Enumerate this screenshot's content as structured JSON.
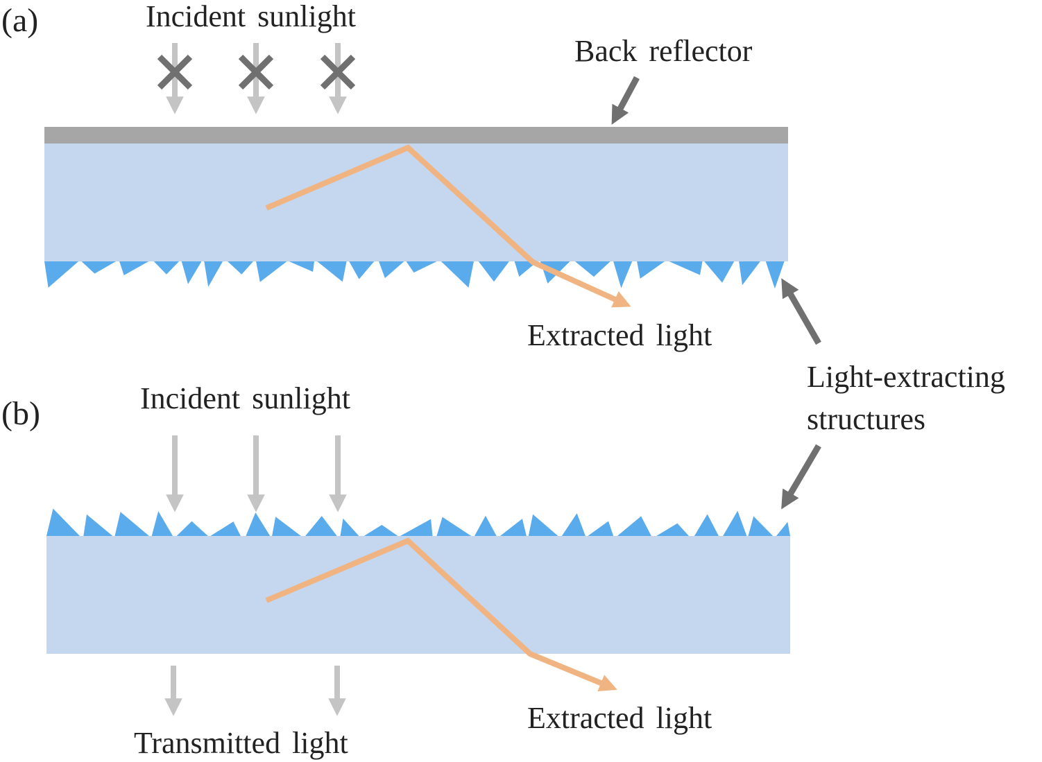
{
  "panel_a": {
    "label": "(a)",
    "incident_label": "Incident sunlight",
    "reflector_label": "Back reflector",
    "extracted_label": "Extracted light"
  },
  "panel_b": {
    "label": "(b)",
    "incident_label": "Incident sunlight",
    "extracted_label": "Extracted light",
    "transmitted_label": "Transmitted light"
  },
  "shared": {
    "structures_label_line1": "Light-extracting",
    "structures_label_line2": "structures"
  },
  "colors": {
    "slab": "#c5d7ee",
    "reflector": "#a6a6a6",
    "structures": "#5aabeb",
    "light_ray": "#f0b482",
    "sunlight_arrow": "#c4c4c4",
    "pointer_arrow": "#707070",
    "block_mark": "#707070"
  }
}
